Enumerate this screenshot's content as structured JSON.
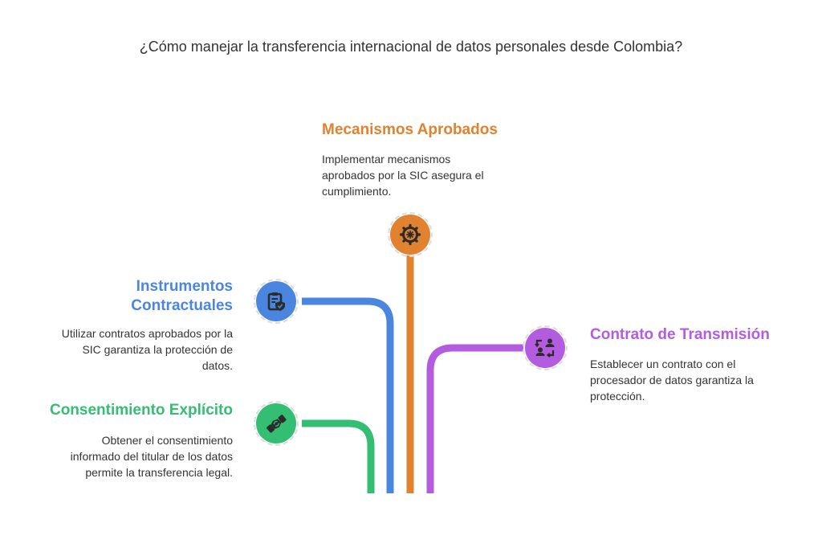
{
  "title": "¿Cómo manejar la transferencia internacional de datos personales desde Colombia?",
  "colors": {
    "orange": "#E0822F",
    "blue": "#4A86E0",
    "purple": "#B35CE0",
    "green": "#34BE73",
    "icon_dark": "#2b2b2b"
  },
  "nodes": {
    "mecanismos": {
      "heading": "Mecanismos Aprobados",
      "desc_lines": [
        "Implementar mecanismos",
        "aprobados por la SIC asegura el",
        "cumplimiento."
      ],
      "icon": "gear-icon"
    },
    "instrumentos": {
      "heading_lines": [
        "Instrumentos",
        "Contractuales"
      ],
      "desc_lines": [
        "Utilizar contratos aprobados por la",
        "SIC garantiza la protección de",
        "datos."
      ],
      "icon": "clipboard-shield-icon"
    },
    "contrato": {
      "heading": "Contrato de Transmisión",
      "desc_lines": [
        "Establecer un contrato con el",
        "procesador de datos garantiza la",
        "protección."
      ],
      "icon": "user-exchange-icon"
    },
    "consentimiento": {
      "heading": "Consentimiento Explícito",
      "desc_lines": [
        "Obtener el consentimiento",
        "informado del titular de los datos",
        "permite la transferencia legal."
      ],
      "icon": "handshake-icon"
    }
  }
}
